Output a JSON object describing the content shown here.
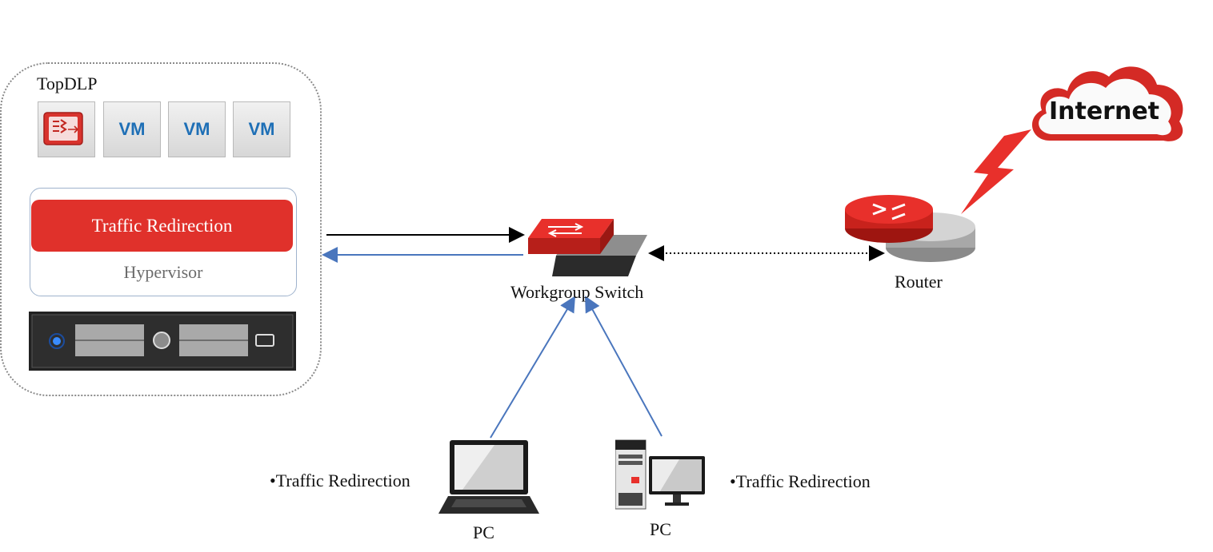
{
  "cluster": {
    "title": "TopDLP",
    "vm_tiles": [
      "VM",
      "VM",
      "VM"
    ],
    "redirection_label": "Traffic Redirection",
    "hypervisor_label": "Hypervisor"
  },
  "switch": {
    "label": "Workgroup Switch"
  },
  "router": {
    "label": "Router"
  },
  "cloud": {
    "label": "Internet"
  },
  "clients": [
    {
      "label": "PC",
      "note": "•Traffic Redirection"
    },
    {
      "label": "PC",
      "note": "•Traffic Redirection"
    }
  ],
  "colors": {
    "accent_red": "#e0312b",
    "link_blue": "#4a76bd",
    "vm_blue": "#1e6fb6"
  }
}
